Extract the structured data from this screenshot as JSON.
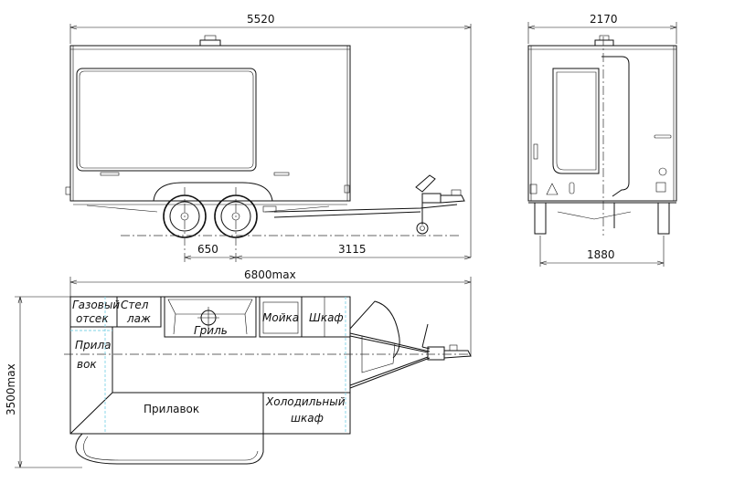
{
  "side_view": {
    "length_label": "5520",
    "axle_spacing_label": "650",
    "drawbar_label": "3115"
  },
  "rear_view": {
    "width_label": "2170",
    "track_label": "1880"
  },
  "plan_view": {
    "length_label": "6800max",
    "width_label": "3500max",
    "rooms": {
      "gas_line1": "Газовый",
      "gas_line2": "отсек",
      "shelf_line1": "Стел",
      "shelf_line2": "лаж",
      "grill": "Гриль",
      "sink": "Мойка",
      "cabinet": "Шкаф",
      "counter_side_line1": "Прила",
      "counter_side_line2": "вок",
      "counter_main": "Прилавок",
      "fridge_line1": "Холодильный",
      "fridge_line2": "шкаф"
    }
  }
}
